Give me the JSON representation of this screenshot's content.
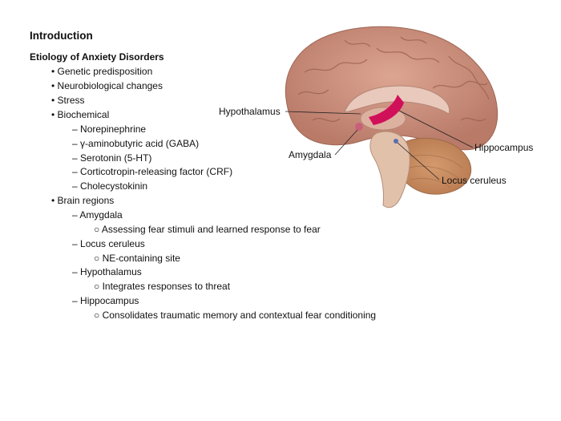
{
  "slide": {
    "title": "Introduction",
    "subtitle": "Etiology of Anxiety Disorders"
  },
  "outline": [
    {
      "marker": "•",
      "text": "Genetic predisposition"
    },
    {
      "marker": "•",
      "text": "Neurobiological changes"
    },
    {
      "marker": "•",
      "text": "Stress"
    },
    {
      "marker": "•",
      "text": "Biochemical"
    },
    {
      "marker": "–",
      "text": "Norepinephrine"
    },
    {
      "marker": "–",
      "text": "γ-aminobutyric acid (GABA)"
    },
    {
      "marker": "–",
      "text": "Serotonin (5-HT)"
    },
    {
      "marker": "–",
      "text": "Corticotropin-releasing factor (CRF)"
    },
    {
      "marker": "–",
      "text": "Cholecystokinin"
    },
    {
      "marker": "•",
      "text": "Brain regions"
    },
    {
      "marker": "–",
      "text": "Amygdala"
    },
    {
      "marker": "○",
      "text": "Assessing fear stimuli and learned response to fear"
    },
    {
      "marker": "–",
      "text": "Locus ceruleus"
    },
    {
      "marker": "○",
      "text": "NE-containing site"
    },
    {
      "marker": "–",
      "text": "Hypothalamus"
    },
    {
      "marker": "○",
      "text": "Integrates responses to threat"
    },
    {
      "marker": "–",
      "text": "Hippocampus"
    },
    {
      "marker": "○",
      "text": "Consolidates traumatic memory and contextual fear conditioning"
    }
  ],
  "figure": {
    "labels": {
      "hypothalamus": "Hypothalamus",
      "amygdala": "Amygdala",
      "hippocampus": "Hippocampus",
      "locus_ceruleus": "Locus ceruleus"
    },
    "colors": {
      "cortex": "#c98f7c",
      "highlight": "#d1105a",
      "cerebellum": "#c98a5e",
      "stem": "#e2c1ab"
    }
  }
}
